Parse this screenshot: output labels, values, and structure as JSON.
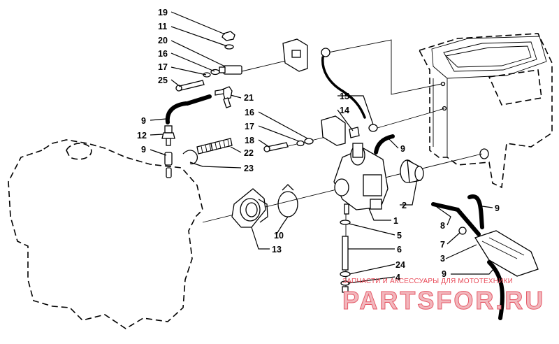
{
  "callouts": [
    "19",
    "11",
    "20",
    "16",
    "17",
    "25",
    "21",
    "9",
    "12",
    "9",
    "22",
    "23",
    "15",
    "14",
    "16",
    "17",
    "18",
    "9",
    "2",
    "1",
    "10",
    "13",
    "5",
    "6",
    "24",
    "4",
    "8",
    "7",
    "3",
    "9",
    "9"
  ],
  "watermark": {
    "caption": "ЗАПЧАСТИ И АКСЕССУАРЫ ДЛЯ МОТОТЕХНИКИ",
    "logo": "PARTSFOR.RU",
    "color": "#e84a58"
  }
}
